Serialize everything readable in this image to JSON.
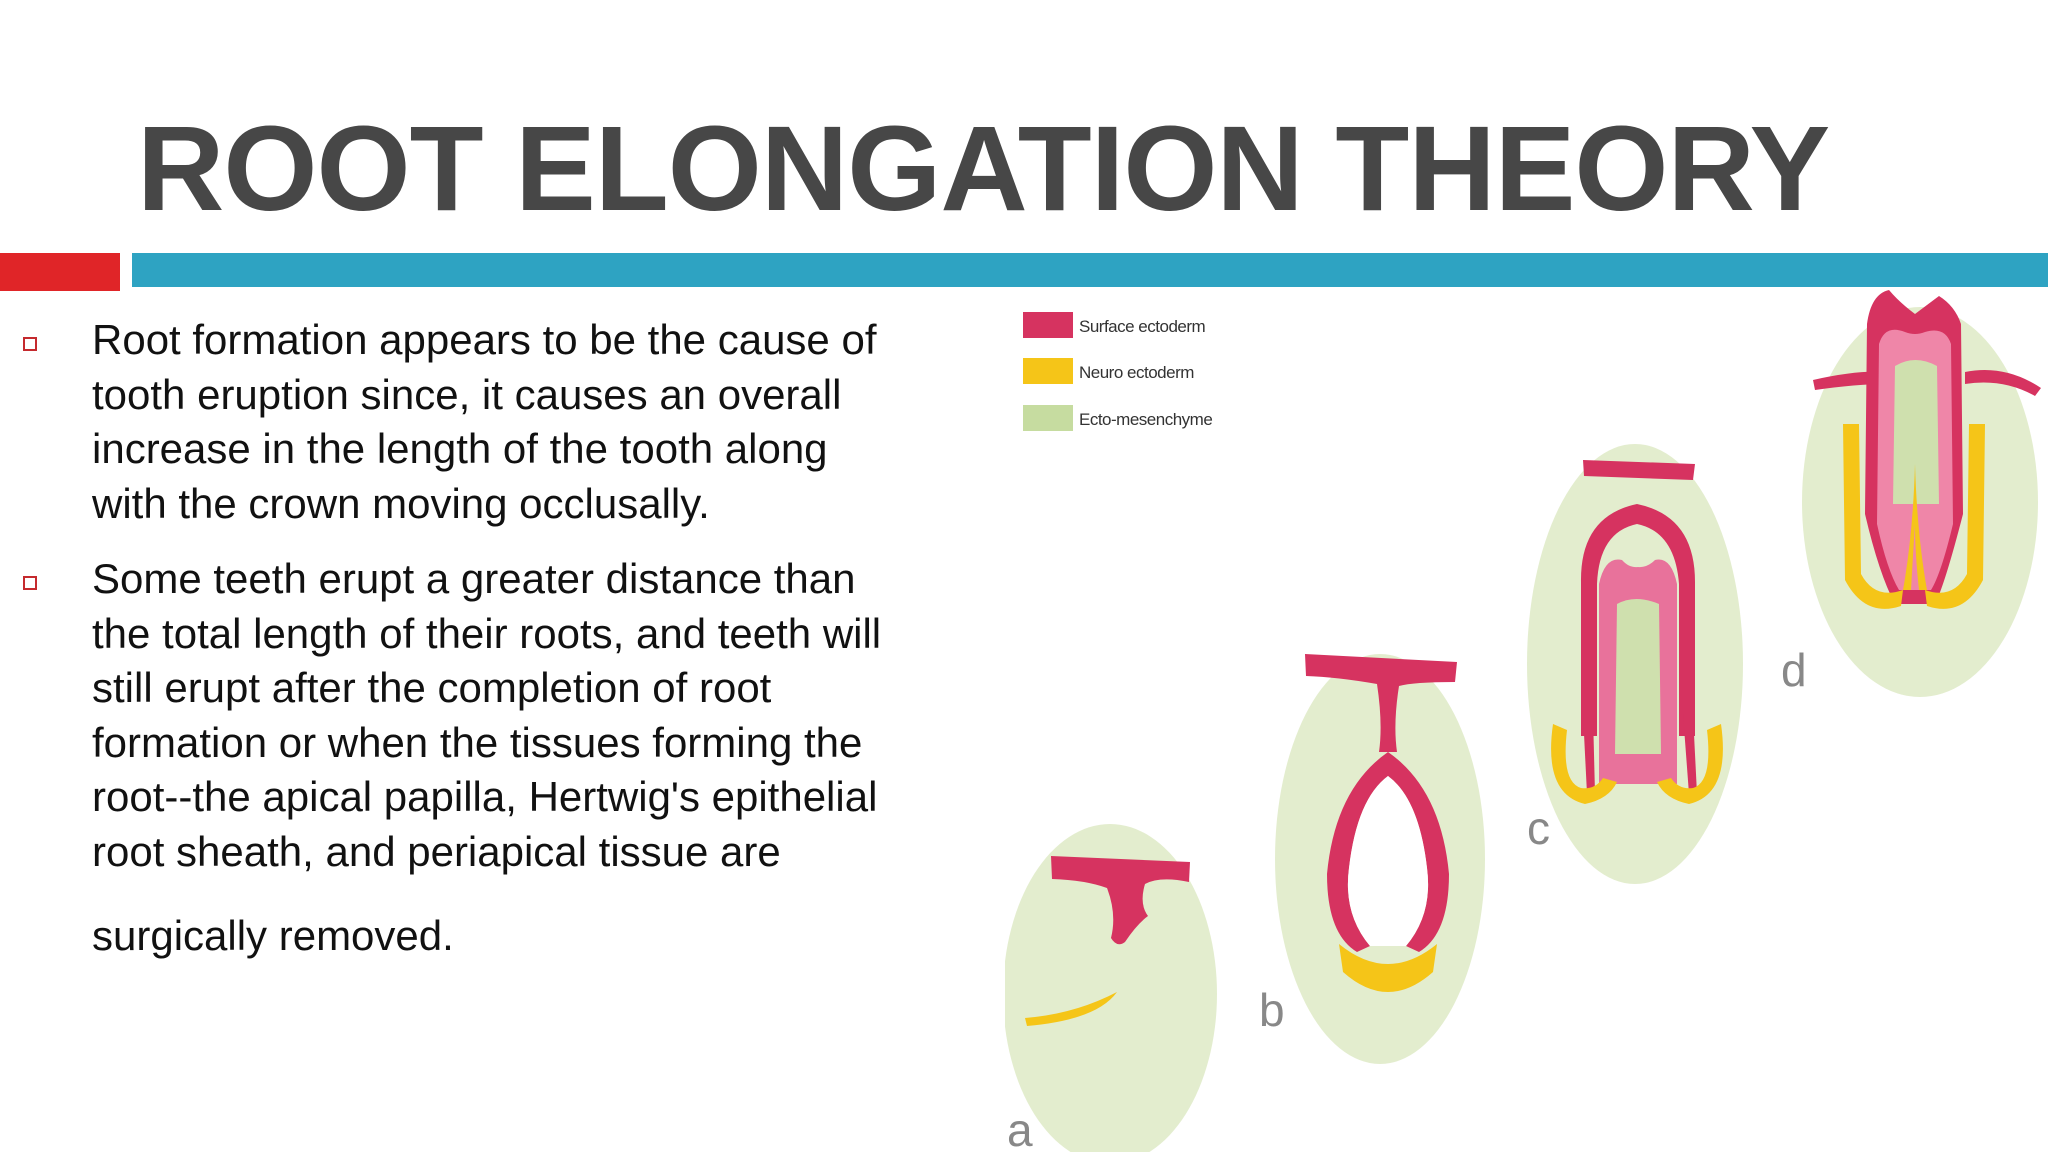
{
  "slide": {
    "title": "ROOT ELONGATION THEORY",
    "accent_colors": {
      "red": "#e02528",
      "blue": "#2ea3c2"
    }
  },
  "bullets": [
    {
      "lines": [
        "Root formation appears to be the cause of",
        "tooth eruption since, it causes an overall",
        "increase in the length of the tooth along",
        "with the crown moving occlusally."
      ]
    },
    {
      "lines": [
        "Some teeth erupt a greater distance than",
        "the total length of their roots, and teeth will",
        "still erupt after the completion of root",
        "formation or when the tissues forming the",
        "root--the apical papilla, Hertwig's epithelial",
        "root sheath, and periapical tissue are",
        "surgically removed."
      ]
    }
  ],
  "figure": {
    "legend": [
      {
        "label": "Surface ectoderm",
        "color": "#d63360"
      },
      {
        "label": "Neuro ectoderm",
        "color": "#f5c518"
      },
      {
        "label": "Ecto-mesenchyme",
        "color": "#c6dca0"
      }
    ],
    "stages": [
      "a",
      "b",
      "c",
      "d"
    ]
  }
}
